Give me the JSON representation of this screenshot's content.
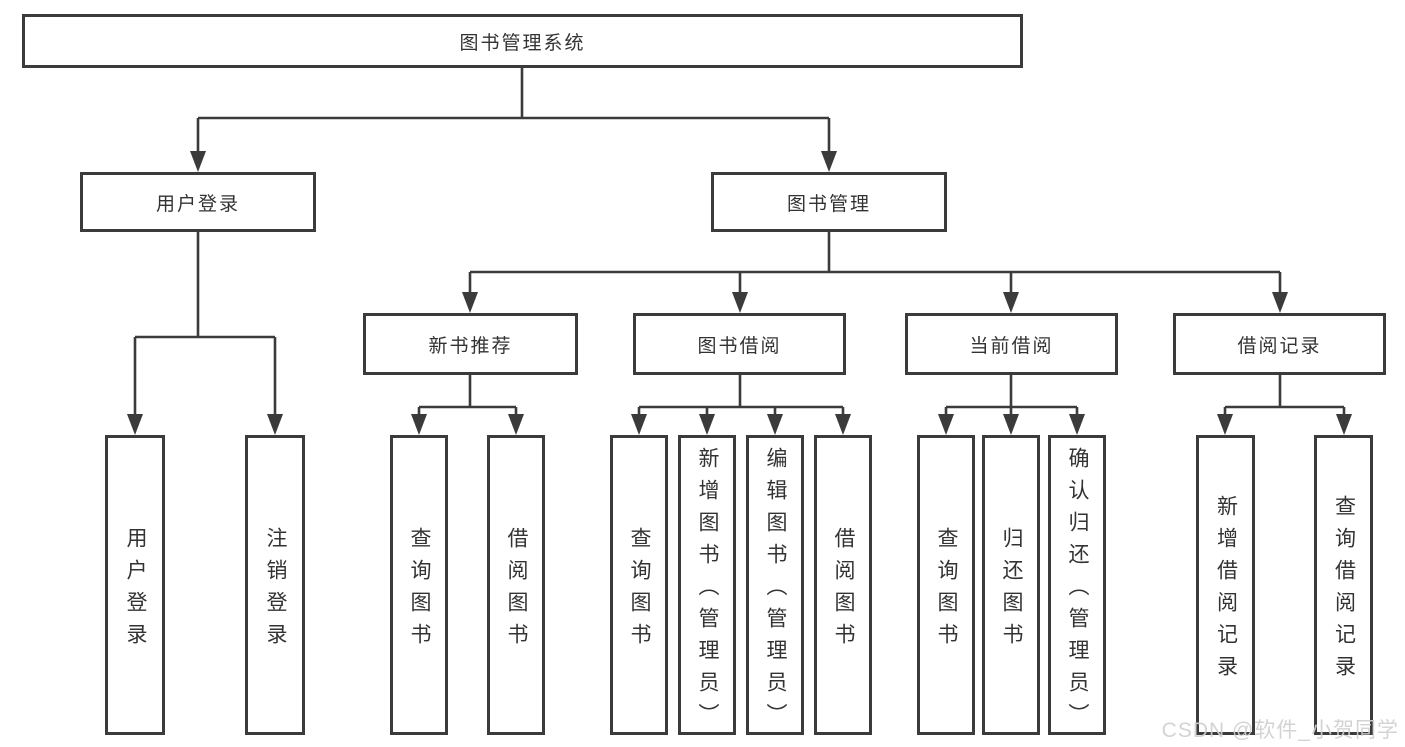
{
  "diagram": {
    "title_node": "图书管理系统",
    "level2": {
      "user_login": "用户登录",
      "book_mgmt": "图书管理"
    },
    "level3": {
      "new_book_rec": "新书推荐",
      "book_borrow": "图书借阅",
      "current_borrow": "当前借阅",
      "borrow_record": "借阅记录"
    },
    "leaves": {
      "user_login": "用户登录",
      "logout": "注销登录",
      "rec_query_book": "查询图书",
      "rec_borrow_book": "借阅图书",
      "bb_query_book": "查询图书",
      "bb_add_book": "新增图书（管理员）",
      "bb_edit_book": "编辑图书（管理员）",
      "bb_borrow_book": "借阅图书",
      "cb_query_book": "查询图书",
      "cb_return_book": "归还图书",
      "cb_confirm_return": "确认归还（管理员）",
      "br_add_record": "新增借阅记录",
      "br_query_record": "查询借阅记录"
    },
    "line_color": "#3b3b3b"
  },
  "watermark": {
    "text": "CSDN @软件_小贺同学",
    "color": "#cfcfcf"
  }
}
